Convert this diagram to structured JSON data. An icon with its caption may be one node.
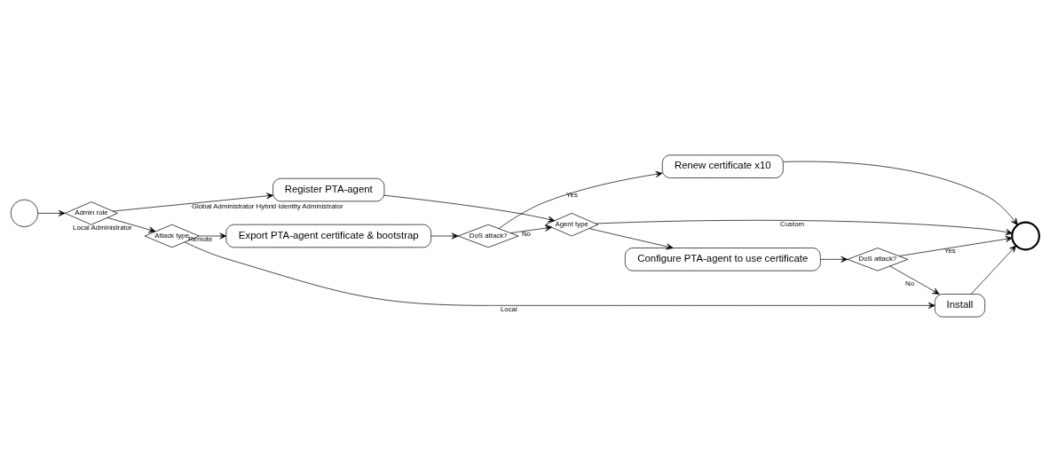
{
  "diagram": {
    "nodes": [
      {
        "text": [],
        "shape": "circle"
      },
      {
        "text": [
          "Admin role"
        ]
      },
      {
        "text": [
          "Register PTA-agent"
        ]
      },
      {
        "text": [
          "Export PTA-agent certificate & bootstrap"
        ]
      },
      {
        "text": [
          "Attack type"
        ]
      },
      {
        "text": [
          "Install"
        ]
      },
      {
        "text": [
          "DoS attack?"
        ]
      },
      {
        "text": [
          "Renew certificate x10"
        ]
      },
      {
        "text": [
          "Agent type"
        ]
      },
      {
        "text": [
          "Configure PTA-agent to use certificate"
        ]
      },
      {
        "text": [
          "DoS attack?"
        ]
      },
      {
        "text": [],
        "shape": "circle"
      }
    ],
    "edges": [
      {
        "from": 0,
        "to": 1,
        "arrow": "to"
      },
      {
        "from": 1,
        "to": 2,
        "arrow": "to",
        "label": "Global Administrator Hybrid Identity Administrator"
      },
      {
        "from": 1,
        "to": 4,
        "arrow": "to",
        "label": "Local Administrator"
      },
      {
        "from": 4,
        "to": 3,
        "arrow": "to",
        "label": "Remote"
      },
      {
        "from": 4,
        "to": 5,
        "arrow": "to",
        "label": "Local"
      },
      {
        "from": 3,
        "to": 6,
        "arrow": "to"
      },
      {
        "from": 2,
        "to": 8,
        "arrow": "to"
      },
      {
        "from": 6,
        "to": 8,
        "arrow": "to",
        "label": "No"
      },
      {
        "from": 6,
        "to": 7,
        "arrow": "to",
        "label": "Yes"
      },
      {
        "from": 8,
        "to": 11,
        "arrow": "to",
        "label": "Custom"
      },
      {
        "from": 8,
        "to": 9,
        "arrow": "to"
      },
      {
        "from": 9,
        "to": 10,
        "arrow": "to"
      },
      {
        "from": 7,
        "to": 11,
        "arrow": "to"
      },
      {
        "from": 10,
        "to": 5,
        "arrow": "to",
        "label": "No"
      },
      {
        "from": 10,
        "to": 11,
        "arrow": "to",
        "label": "Yes"
      },
      {
        "from": 5,
        "to": 11,
        "arrow": "to"
      }
    ]
  }
}
